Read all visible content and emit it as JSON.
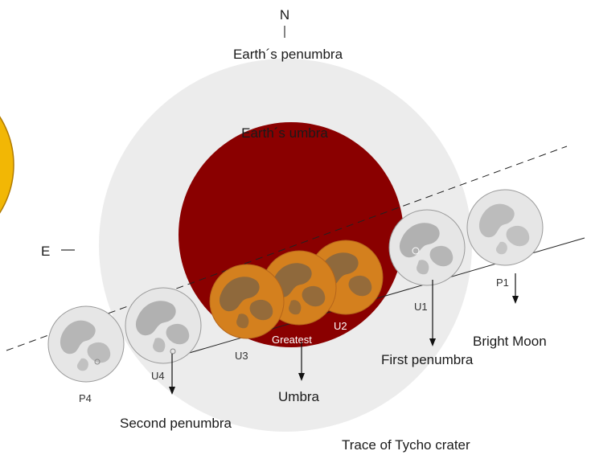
{
  "labels": {
    "north": "N",
    "east": "E",
    "penumbra": "Earth´s penumbra",
    "umbra": "Earth´s umbra",
    "greatest": "Greatest",
    "u1": "U1",
    "u2": "U2",
    "u3": "U3",
    "u4": "U4",
    "p1": "P1",
    "p4": "P4",
    "bright_moon": "Bright Moon",
    "first_penumbra": "First penumbra",
    "umbra_callout": "Umbra",
    "second_penumbra": "Second penumbra",
    "tycho_trace": "Trace of Tycho crater"
  },
  "colors": {
    "penumbra": "#ececec",
    "umbra": "#8a0000",
    "eclipsed_moon": "#d4801e",
    "bright_moon": "#e6e6e6",
    "maria": "#7c7c7c",
    "sun": "#f2b705"
  }
}
